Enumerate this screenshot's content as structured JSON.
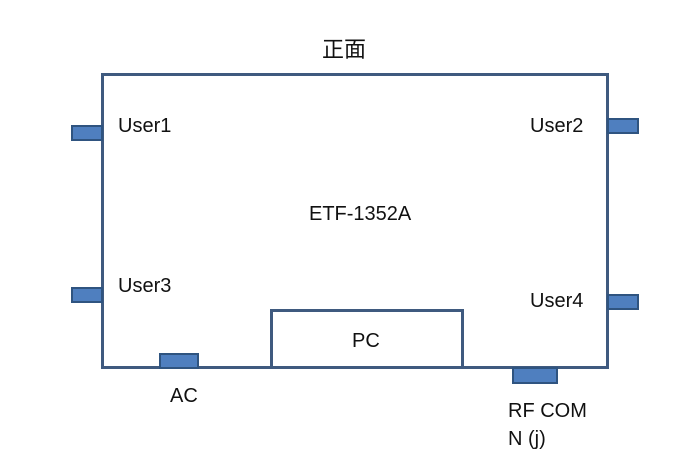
{
  "diagram": {
    "title": "正面",
    "device_label": "ETF-1352A",
    "ports": {
      "user1": "User1",
      "user2": "User2",
      "user3": "User3",
      "user4": "User4",
      "pc": "PC",
      "ac": "AC",
      "rf_line1": "RF COM",
      "rf_line2": "N (j)"
    },
    "colors": {
      "outline": "#3f5a7f",
      "port_fill": "#4f7fbf",
      "port_border": "#2f5480"
    }
  }
}
